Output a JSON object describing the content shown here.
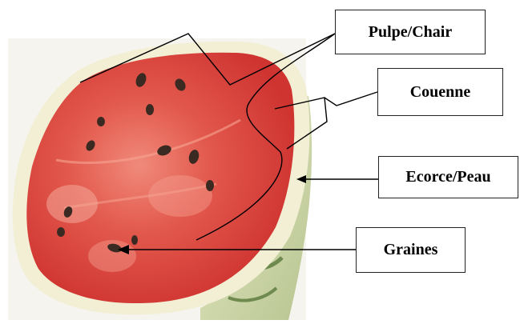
{
  "labels": {
    "pulpe": "Pulpe/Chair",
    "couenne": "Couenne",
    "ecorce": "Ecorce/Peau",
    "graines": "Graines"
  },
  "colors": {
    "flesh": "#d8403c",
    "flesh_light": "#ec7a6a",
    "rind_white": "#f3eed2",
    "skin_green": "#c9d3a6",
    "skin_dark_stripe": "#5d7244",
    "seed": "#3a2a22",
    "line": "#000000"
  }
}
